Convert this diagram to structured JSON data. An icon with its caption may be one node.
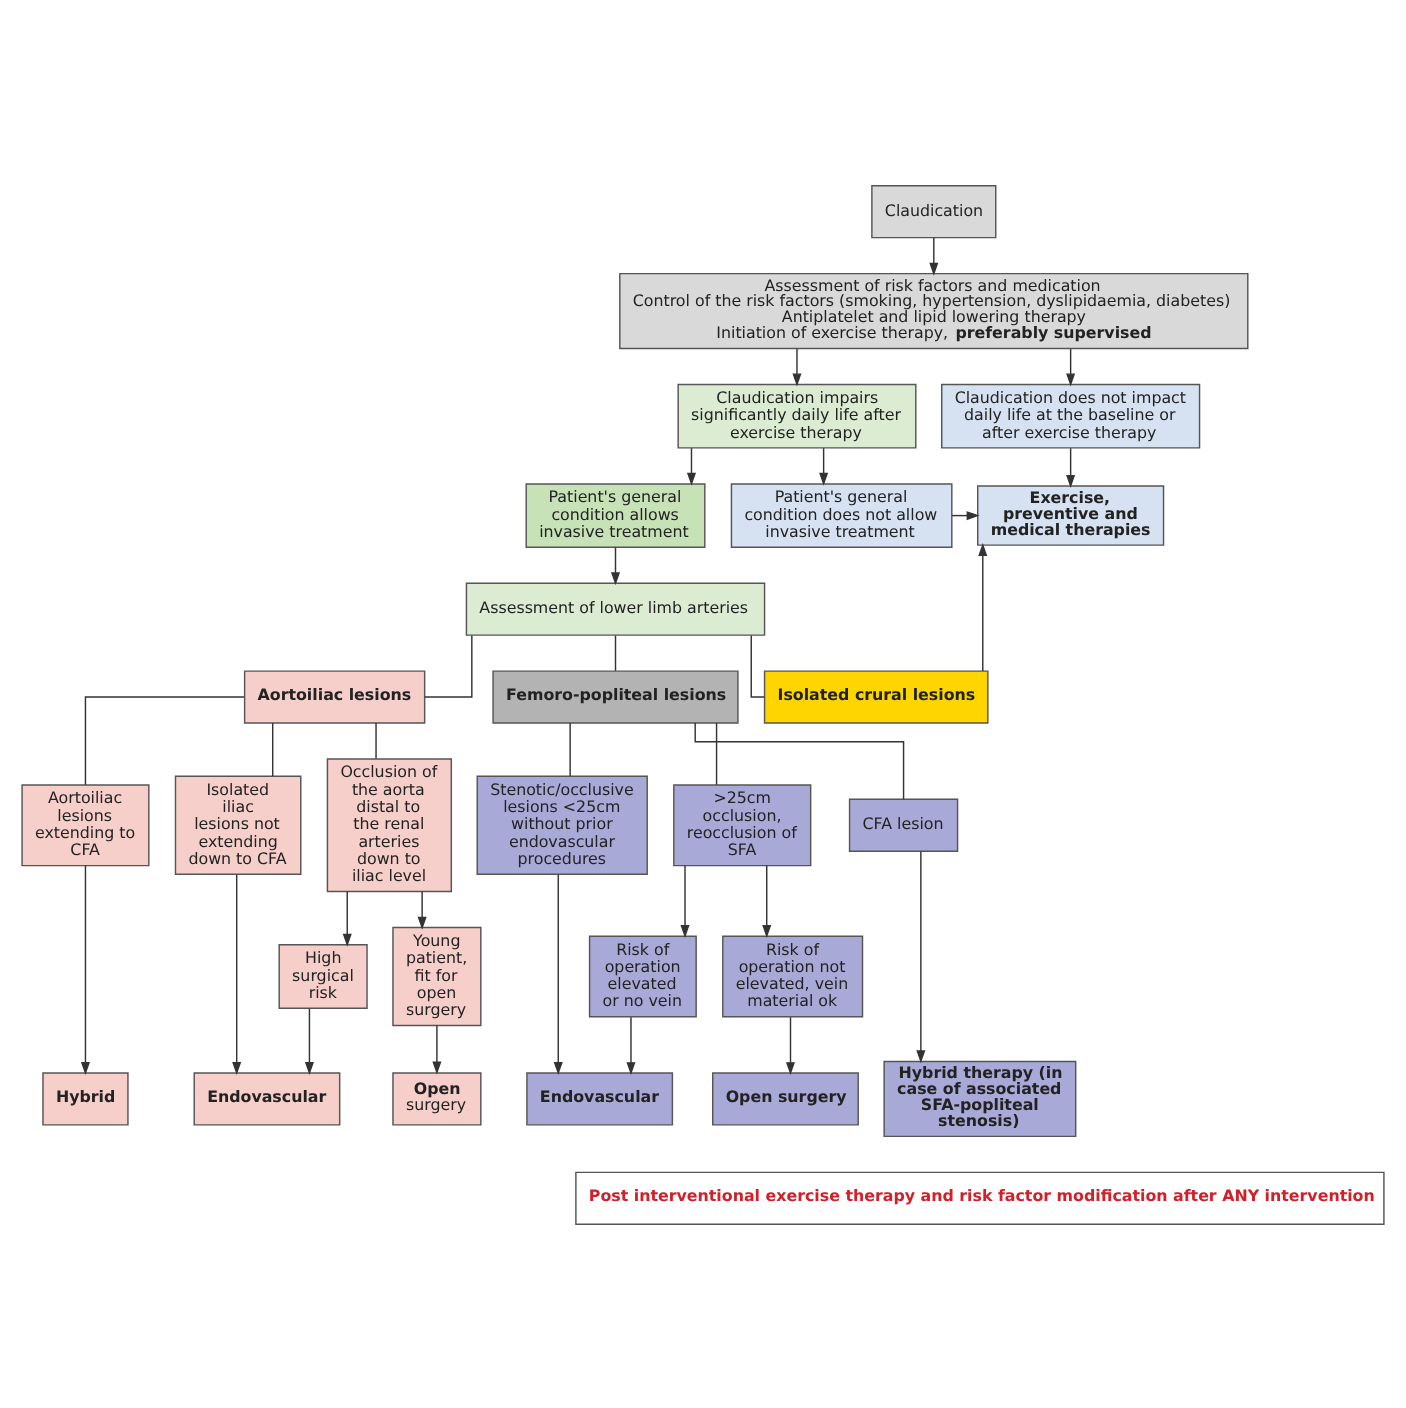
{
  "diagram": {
    "nodes": [
      {
        "text": [
          "Claudication"
        ]
      },
      {
        "text": [
          "Assessment of risk factors and medication",
          "Control of the risk factors (smoking, hypertension, dyslipidaemia, diabetes)",
          "Antiplatelet and lipid lowering therapy",
          "Initiation of exercise therapy, **preferably supervised**"
        ]
      },
      {
        "text": [
          "Claudication impairs significantly daily life after exercise therapy"
        ]
      },
      {
        "text": [
          "Claudication does not impact daily life at the baseline or after exercise therapy"
        ]
      },
      {
        "text": [
          "Patient's general condition allows invasive treatment"
        ]
      },
      {
        "text": [
          "Patient's general condition does not allow invasive treatment"
        ]
      },
      {
        "text": [
          "Exercise, preventive and medical therapies"
        ]
      },
      {
        "text": [
          "Assessment of lower limb arteries"
        ]
      },
      {
        "text": [
          "Aortoiliac lesions"
        ]
      },
      {
        "text": [
          "Femoro-popliteal lesions"
        ]
      },
      {
        "text": [
          "Isolated crural lesions"
        ]
      },
      {
        "text": [
          "Aortoiliac lesions extending to CFA"
        ]
      },
      {
        "text": [
          "Isolated iliac lesions not extending down to CFA"
        ]
      },
      {
        "text": [
          "Occlusion of the aorta distal to the renal arteries down to iliac level"
        ]
      },
      {
        "text": [
          "Stenotic/occlusive lesions <25cm without prior endovascular procedures"
        ]
      },
      {
        "text": [
          ">25cm occlusion, reocclusion of SFA"
        ]
      },
      {
        "text": [
          "CFA lesion"
        ]
      },
      {
        "text": [
          "High surgical risk"
        ]
      },
      {
        "text": [
          "Young patient, fit for open surgery"
        ]
      },
      {
        "text": [
          "Risk of operation elevated or no vein"
        ]
      },
      {
        "text": [
          "Risk of operation not elevated, vein material ok"
        ]
      },
      {
        "text": [
          "Hybrid"
        ]
      },
      {
        "text": [
          "Endovascular"
        ]
      },
      {
        "text": [
          "Open",
          "surgery"
        ]
      },
      {
        "text": [
          "Endovascular"
        ]
      },
      {
        "text": [
          "Open surgery"
        ]
      },
      {
        "text": [
          "Hybrid therapy (in case of associated SFA-popliteal stenosis)"
        ]
      },
      {
        "text": [
          "Post interventional exercise therapy and risk factor modification after ANY intervention"
        ]
      }
    ],
    "edges": [
      {
        "from": 0,
        "to": 1,
        "arrow": "to"
      },
      {
        "from": 1,
        "to": 2,
        "arrow": "to"
      },
      {
        "from": 1,
        "to": 3,
        "arrow": "to"
      },
      {
        "from": 2,
        "to": 4,
        "arrow": "to"
      },
      {
        "from": 2,
        "to": 5,
        "arrow": "to"
      },
      {
        "from": 3,
        "to": 6,
        "arrow": "to"
      },
      {
        "from": 5,
        "to": 6,
        "arrow": "to"
      },
      {
        "from": 4,
        "to": 7,
        "arrow": "to"
      },
      {
        "from": 7,
        "to": 8,
        "arrow": "none"
      },
      {
        "from": 7,
        "to": 9,
        "arrow": "none"
      },
      {
        "from": 7,
        "to": 10,
        "arrow": "none"
      },
      {
        "from": 10,
        "to": 6,
        "arrow": "to"
      },
      {
        "from": 8,
        "to": 11,
        "arrow": "none"
      },
      {
        "from": 8,
        "to": 12,
        "arrow": "none"
      },
      {
        "from": 8,
        "to": 13,
        "arrow": "none"
      },
      {
        "from": 9,
        "to": 14,
        "arrow": "none"
      },
      {
        "from": 9,
        "to": 15,
        "arrow": "none"
      },
      {
        "from": 9,
        "to": 16,
        "arrow": "none"
      },
      {
        "from": 13,
        "to": 17,
        "arrow": "to"
      },
      {
        "from": 13,
        "to": 18,
        "arrow": "to"
      },
      {
        "from": 15,
        "to": 19,
        "arrow": "to"
      },
      {
        "from": 15,
        "to": 20,
        "arrow": "to"
      },
      {
        "from": 11,
        "to": 21,
        "arrow": "to"
      },
      {
        "from": 12,
        "to": 22,
        "arrow": "to"
      },
      {
        "from": 17,
        "to": 22,
        "arrow": "to"
      },
      {
        "from": 18,
        "to": 23,
        "arrow": "to"
      },
      {
        "from": 14,
        "to": 24,
        "arrow": "to"
      },
      {
        "from": 19,
        "to": 24,
        "arrow": "to"
      },
      {
        "from": 20,
        "to": 25,
        "arrow": "to"
      },
      {
        "from": 16,
        "to": 26,
        "arrow": "to"
      }
    ]
  }
}
